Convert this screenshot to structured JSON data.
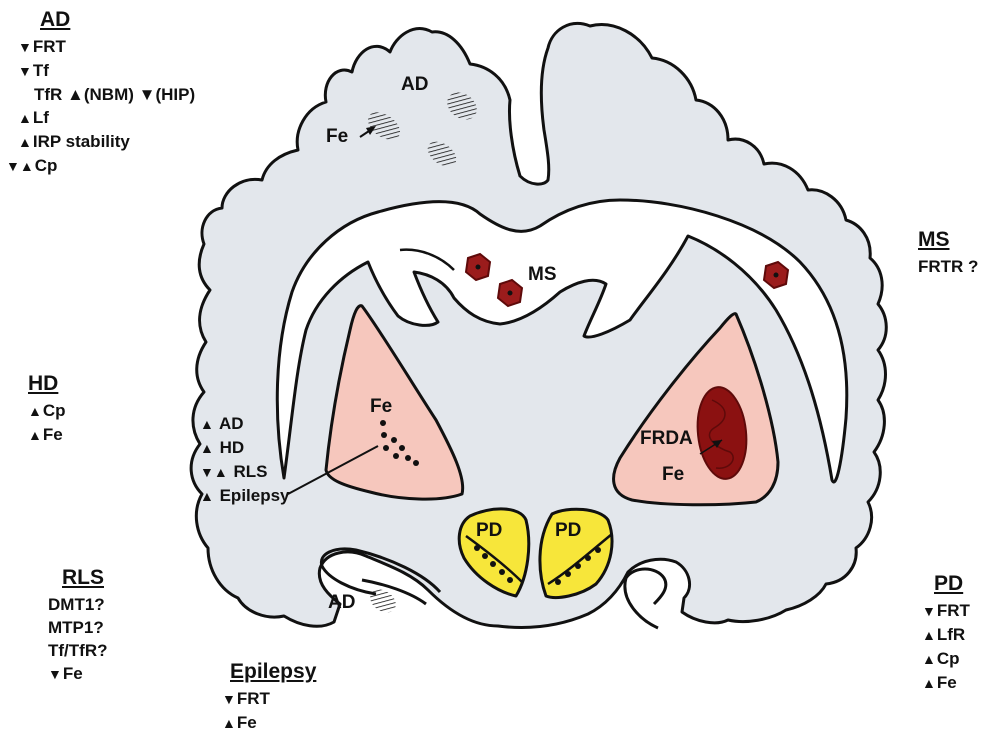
{
  "colors": {
    "brain": "#e3e7ec",
    "outline": "#111111",
    "ventricle": "#ffffff",
    "basal_ganglia": "#f6c7bd",
    "substantia_nigra": "#f7e63a",
    "lesion": "#9b1c1c",
    "iron_deposit": "#8b1111"
  },
  "arrows": {
    "up": "▲",
    "down": "▼",
    "updown": "▼▲"
  },
  "panels": {
    "ad": {
      "heading": "AD",
      "lines": [
        {
          "arrow": "▼",
          "text": "FRT"
        },
        {
          "arrow": "▼",
          "text": "Tf"
        },
        {
          "arrow": "",
          "text": "TfR ▲(NBM) ▼(HIP)"
        },
        {
          "arrow": "▲",
          "text": "Lf"
        },
        {
          "arrow": "▲",
          "text": "IRP stability"
        },
        {
          "arrow": "▼▲",
          "text": "Cp"
        }
      ]
    },
    "hd": {
      "heading": "HD",
      "lines": [
        {
          "arrow": "▲",
          "text": "Cp"
        },
        {
          "arrow": "▲",
          "text": "Fe"
        }
      ]
    },
    "rls": {
      "heading": "RLS",
      "lines": [
        {
          "arrow": "",
          "text": "DMT1?"
        },
        {
          "arrow": "",
          "text": "MTP1?"
        },
        {
          "arrow": "",
          "text": "Tf/TfR?"
        },
        {
          "arrow": "▼",
          "text": "Fe"
        }
      ]
    },
    "epilepsy": {
      "heading": "Epilepsy",
      "lines": [
        {
          "arrow": "▼",
          "text": "FRT"
        },
        {
          "arrow": "▲",
          "text": "Fe"
        }
      ]
    },
    "ms": {
      "heading": "MS",
      "lines": [
        {
          "arrow": "",
          "text": "FRTR ?"
        }
      ]
    },
    "pd": {
      "heading": "PD",
      "lines": [
        {
          "arrow": "▼",
          "text": "FRT"
        },
        {
          "arrow": "▲",
          "text": "LfR"
        },
        {
          "arrow": "▲",
          "text": "Cp"
        },
        {
          "arrow": "▲",
          "text": "Fe"
        }
      ]
    }
  },
  "center_list": [
    {
      "arrow": "▲",
      "text": "AD"
    },
    {
      "arrow": "▲",
      "text": "HD"
    },
    {
      "arrow": "▼▲",
      "text": "RLS"
    },
    {
      "arrow": "▲",
      "text": "Epilepsy"
    }
  ],
  "brain_labels": {
    "ad_cortex": "AD",
    "fe_cortex": "Fe",
    "ms": "MS",
    "fe_left_basal": "Fe",
    "frda": "FRDA",
    "fe_right_basal": "Fe",
    "pd_left": "PD",
    "pd_right": "PD",
    "ad_temporal": "AD"
  }
}
